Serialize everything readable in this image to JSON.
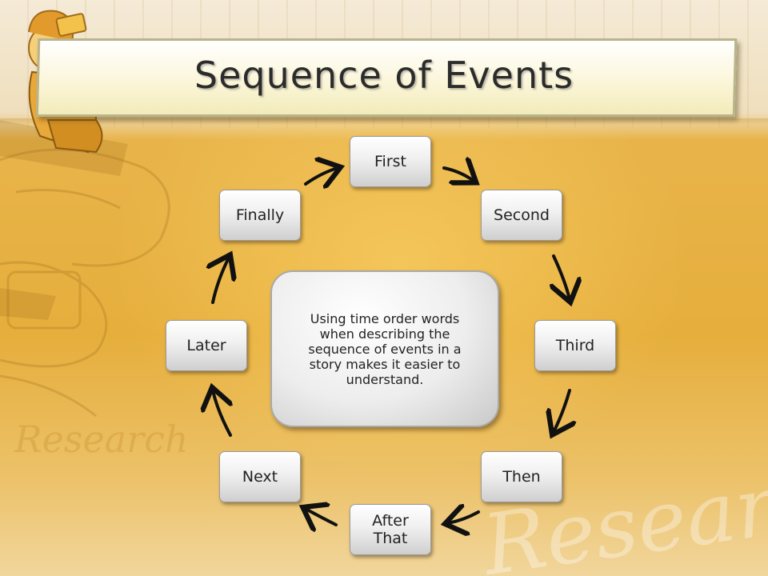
{
  "slide": {
    "title": "Sequence of Events",
    "center_text": "Using time order words when describing the sequence of events in a story makes it easier to understand.",
    "watermark": "Research"
  },
  "cycle": {
    "nodes": [
      {
        "label": "First"
      },
      {
        "label": "Second"
      },
      {
        "label": "Third"
      },
      {
        "label": "Then"
      },
      {
        "label": "After That"
      },
      {
        "label": "Next"
      },
      {
        "label": "Later"
      },
      {
        "label": "Finally"
      }
    ]
  },
  "colors": {
    "background": "#e6ae3c",
    "banner": "#fbf6da",
    "node": "#f0f0f0",
    "arrow": "#111111"
  }
}
